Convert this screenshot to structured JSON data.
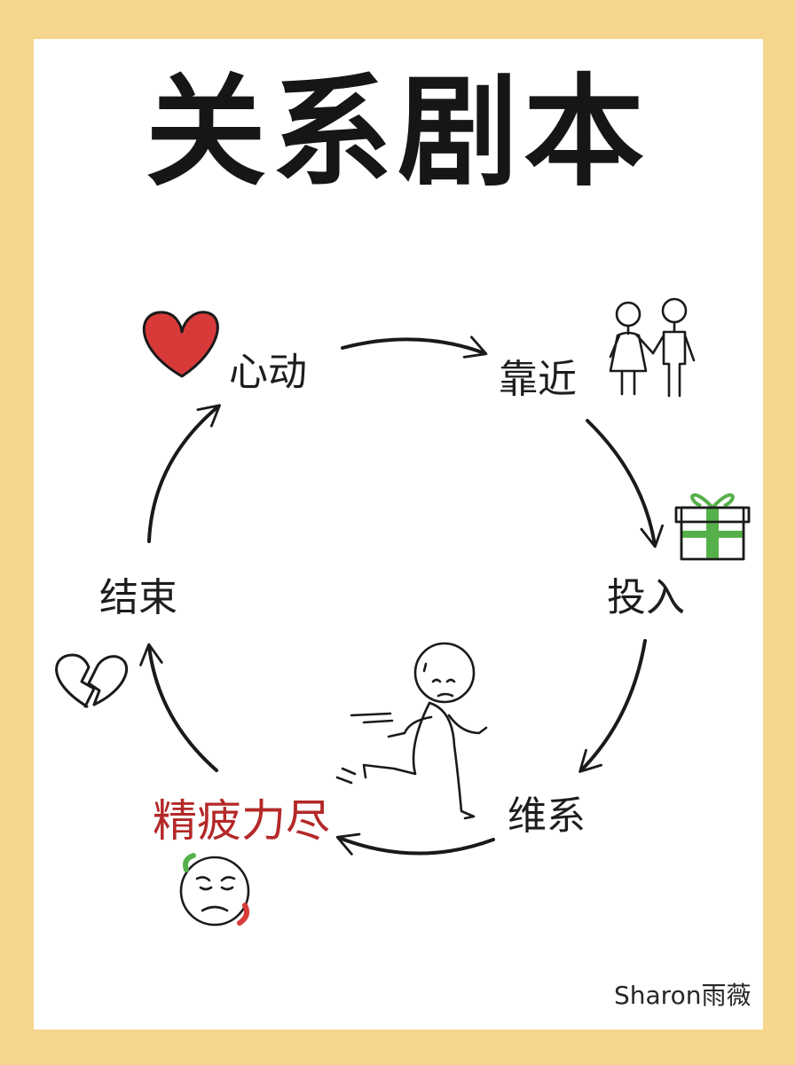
{
  "title": "关系剧本",
  "cycle": {
    "steps": [
      {
        "label": "心动",
        "icon": "heart-icon"
      },
      {
        "label": "靠近",
        "icon": "couple-holding-hands-icon"
      },
      {
        "label": "投入",
        "icon": "gift-icon"
      },
      {
        "label": "维系",
        "icon": "running-person-icon"
      },
      {
        "label": "精疲力尽",
        "icon": "exhausted-face-icon"
      },
      {
        "label": "结束",
        "icon": "broken-heart-icon"
      }
    ]
  },
  "colors": {
    "background": "#f6d58c",
    "card": "#ffffff",
    "heart": "#d83a3a",
    "exhausted_label": "#b42828",
    "gift_accent": "#56b04a"
  },
  "watermark": "Sharon雨薇"
}
